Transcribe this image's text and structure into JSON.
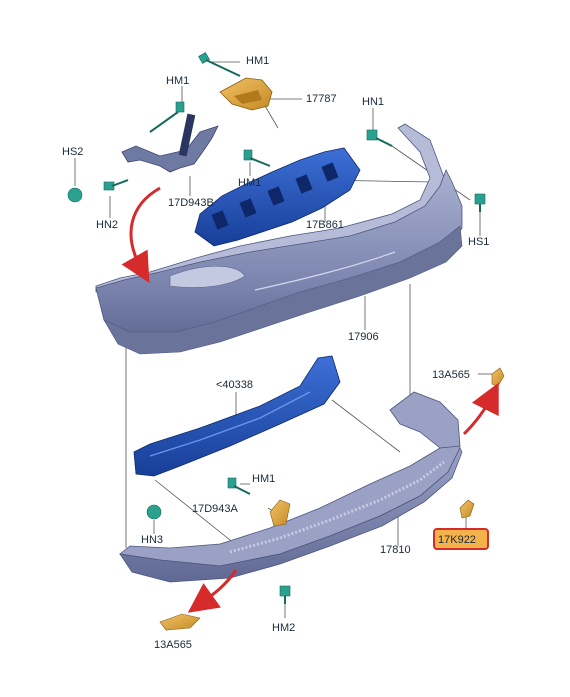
{
  "diagram": {
    "parts": {
      "hm1_top": "HM1",
      "hm1_left": "HM1",
      "p17787": "17787",
      "hn1": "HN1",
      "hs2": "HS2",
      "hm1_mid": "HM1",
      "hn2": "HN2",
      "p17d943b": "17D943B",
      "p17b861": "17B861",
      "hs1": "HS1",
      "p17906": "17906",
      "p13a565_right": "13A565",
      "p40338": "<40338",
      "hm1_low": "HM1",
      "p17d943a": "17D943A",
      "hn3": "HN3",
      "p17810": "17810",
      "p17k922": "17K922",
      "hm2": "HM2",
      "p13a565_left": "13A565"
    },
    "highlighted_part": "17K922",
    "colors": {
      "bumper": "#8a93b8",
      "bumper_dark": "#5e6890",
      "reinforcement": "#1f4fb3",
      "bracket_gold": "#d9a13a",
      "fastener": "#2aa08f",
      "arrow": "#d62b2b",
      "highlight": "#d62b2b",
      "highlight_fill": "#f3b24a"
    }
  }
}
